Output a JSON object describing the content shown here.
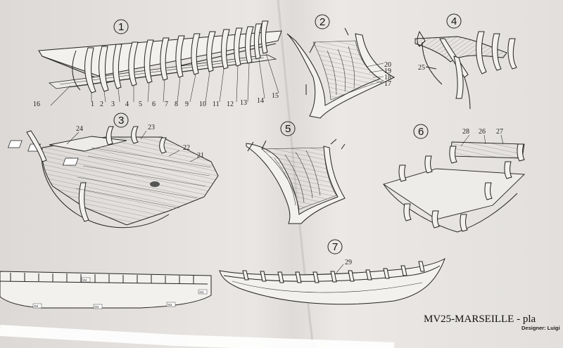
{
  "steps": [
    {
      "num": "1",
      "parts": [
        "16",
        "1",
        "2",
        "3",
        "4",
        "5",
        "6",
        "7",
        "8",
        "9",
        "10",
        "11",
        "12",
        "13",
        "14",
        "15"
      ]
    },
    {
      "num": "2",
      "parts": [
        "20",
        "19",
        "18",
        "17"
      ]
    },
    {
      "num": "3",
      "parts": [
        "24",
        "23",
        "22",
        "21"
      ]
    },
    {
      "num": "4",
      "parts": [
        "25"
      ]
    },
    {
      "num": "5",
      "parts": []
    },
    {
      "num": "6",
      "parts": [
        "28",
        "26",
        "27"
      ]
    },
    {
      "num": "7",
      "parts": [
        "29"
      ]
    }
  ],
  "strip_labels": [
    "5M",
    "5M",
    "5M",
    "5M",
    "5M"
  ],
  "footer": {
    "title": "MV25-MARSEILLE - pla",
    "designer": "Designer: Luigi"
  },
  "colors": {
    "paper": "#e7e4e1",
    "ink": "#222222",
    "hatch": "#666666"
  }
}
